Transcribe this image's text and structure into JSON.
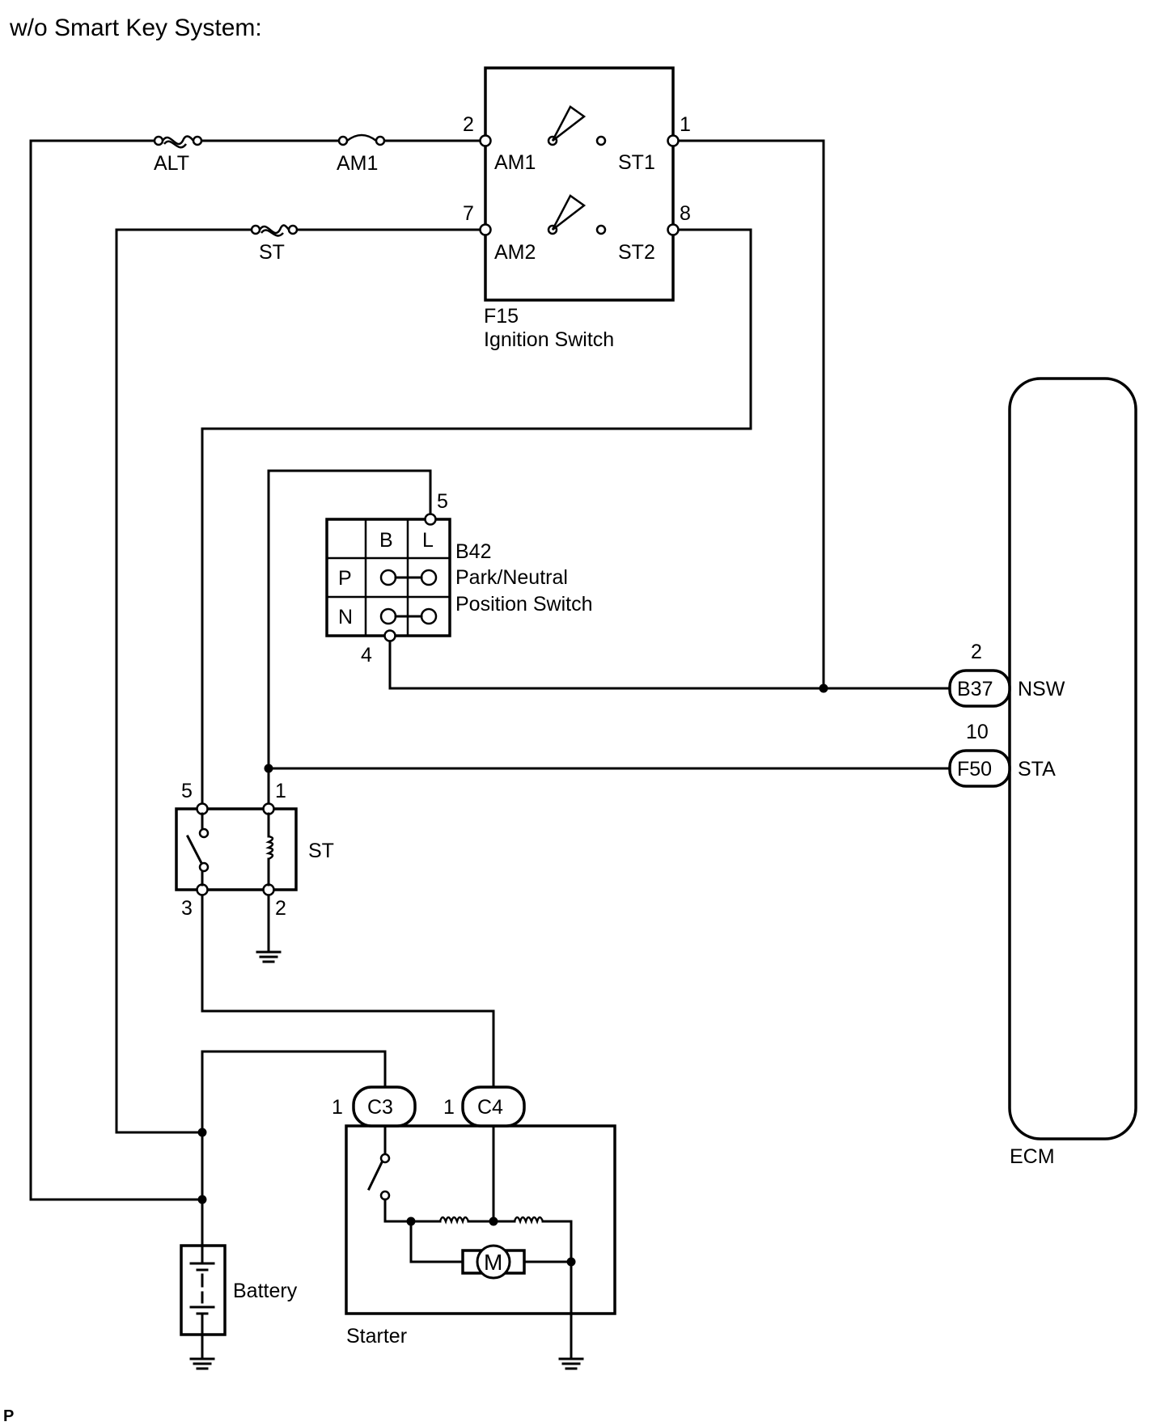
{
  "title": "w/o Smart Key System:",
  "fuses": {
    "alt": "ALT",
    "am1": "AM1",
    "st": "ST"
  },
  "ignition_switch": {
    "code": "F15",
    "name": "Ignition Switch",
    "terminals": {
      "am1": "AM1",
      "st1": "ST1",
      "am2": "AM2",
      "st2": "ST2"
    },
    "pins": {
      "am1": "2",
      "st1": "1",
      "am2": "7",
      "st2": "8"
    }
  },
  "pn_switch": {
    "code": "B42",
    "name_line1": "Park/Neutral",
    "name_line2": "Position Switch",
    "col_b": "B",
    "col_l": "L",
    "row_p": "P",
    "row_n": "N",
    "pin_top": "5",
    "pin_bottom": "4"
  },
  "st_relay": {
    "name": "ST",
    "pins": {
      "top_left": "5",
      "top_right": "1",
      "bottom_left": "3",
      "bottom_right": "2"
    }
  },
  "ecm": {
    "name": "ECM",
    "nsw": {
      "pin": "2",
      "connector": "B37",
      "label": "NSW"
    },
    "sta": {
      "pin": "10",
      "connector": "F50",
      "label": "STA"
    }
  },
  "starter": {
    "name": "Starter",
    "c3": {
      "pin": "1",
      "connector": "C3"
    },
    "c4": {
      "pin": "1",
      "connector": "C4"
    },
    "motor": "M"
  },
  "battery": {
    "name": "Battery"
  },
  "footer_mark": "P"
}
